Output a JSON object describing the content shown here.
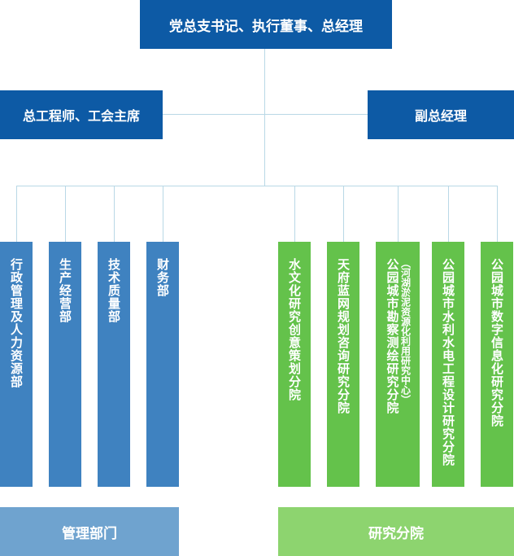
{
  "top": {
    "label": "党总支书记、执行董事、总经理"
  },
  "left_box": {
    "label": "总工程师、工会主席"
  },
  "right_box": {
    "label": "副总经理"
  },
  "management_departments": [
    {
      "label": "行政管理及人力资源部"
    },
    {
      "label": "生产经营部"
    },
    {
      "label": "技术质量部"
    },
    {
      "label": "财务部"
    }
  ],
  "research_branches": [
    {
      "label": "水文化研究创意策划分院"
    },
    {
      "label": "天府蓝网规划咨询研究分院"
    },
    {
      "label": "公园城市勘察测绘研究分院",
      "note": "（河湖淤泥资源化利用研究中心）"
    },
    {
      "label": "公园城市水利水电工程设计研究分院"
    },
    {
      "label": "公园城市数字信息化研究分院"
    }
  ],
  "footer": {
    "management": "管理部门",
    "research": "研究分院"
  },
  "colors": {
    "navy": "#0d5aa5",
    "blue": "#3f82c0",
    "green": "#64c24b",
    "light_blue": "#6fa3cf",
    "light_green": "#8dd46f",
    "connector": "#b9d8e6"
  }
}
